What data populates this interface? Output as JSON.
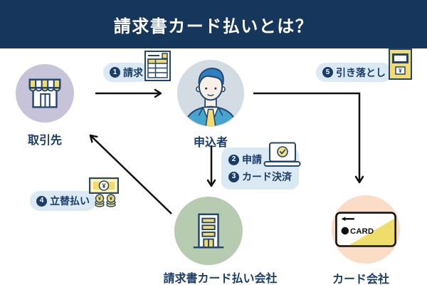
{
  "header": {
    "title": "請求書カード払いとは？"
  },
  "entities": {
    "client": {
      "label": "取引先"
    },
    "applicant": {
      "label": "申込者"
    },
    "invoice_card_company": {
      "label": "請求書カード払い会社"
    },
    "card_company": {
      "label": "カード会社"
    }
  },
  "steps": {
    "step1": {
      "number": "1",
      "text": "請求"
    },
    "step2": {
      "number": "2",
      "text": "申請"
    },
    "step3": {
      "number": "3",
      "text": "カード決済"
    },
    "step4": {
      "number": "4",
      "text": "立替払い"
    },
    "step5": {
      "number": "5",
      "text": "引き落とし"
    }
  },
  "icons": {
    "storefront": "storefront-icon",
    "applicant": "applicant-avatar-icon",
    "building": "office-building-icon",
    "credit_card": "credit-card-icon",
    "invoice": "invoice-document-icon",
    "laptop": "laptop-check-icon",
    "money": "money-icon",
    "atm": "atm-icon",
    "card_text": "CARD",
    "yen_symbol": "¥"
  },
  "colors": {
    "header_bg": "#16365C",
    "navy_text": "#1B3C66",
    "badge_bg": "#DBE9F4",
    "circle_client": "#C7C3D9",
    "circle_applicant": "#D3DCE3",
    "circle_invoice_company": "#B7CBB0",
    "circle_card_company": "#FBDCC7",
    "accent_yellow": "#F2DC6E",
    "arrow_black": "#111111"
  }
}
